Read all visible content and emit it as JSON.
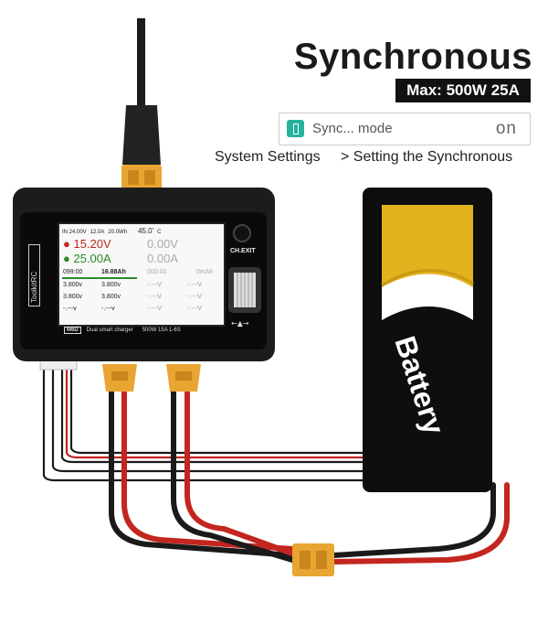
{
  "header": {
    "title": "Synchronous",
    "badge": "Max: 500W 25A"
  },
  "setting": {
    "label": "Sync... mode",
    "value": "on",
    "icon": "battery-icon",
    "accent": "#25b3a0"
  },
  "path": {
    "left": "System Settings",
    "right": "> Setting the Synchronous"
  },
  "charger": {
    "brand": "ToolkitRC",
    "button_label": "CH.EXIT",
    "model": "M6D",
    "description": "Dual smart charger",
    "spec": "500W 15A 1-6S",
    "screen": {
      "input_voltage": "IN 24.00V",
      "input_current": "12.0A",
      "input_energy": "20.0Wh",
      "temperature": "45.0'",
      "temp_unit": "C",
      "ch1_voltage": "15.20V",
      "ch1_current": "25.00A",
      "ch2_voltage": "0.00V",
      "ch2_current": "0.00A",
      "ch1_time": "099:00",
      "ch1_capacity": "16.88Ah",
      "ch2_time": "000:00",
      "ch2_capacity": "0mAh",
      "ch1_cells": [
        "3.800v",
        "3.800v",
        "3.800v",
        "3.800v",
        "-.---v",
        "-.---v"
      ],
      "ch2_cells": [
        "-.---V",
        "-.---V",
        "-.---V",
        "-.---V",
        "-.---V",
        "-.---V"
      ]
    }
  },
  "battery": {
    "label": "Battery",
    "colors": {
      "yellow": "#e3b21f",
      "body": "#0e0e0e"
    }
  },
  "colors": {
    "red_wire": "#c3261e",
    "black_wire": "#1a1a1a",
    "connector": "#e8a531"
  }
}
